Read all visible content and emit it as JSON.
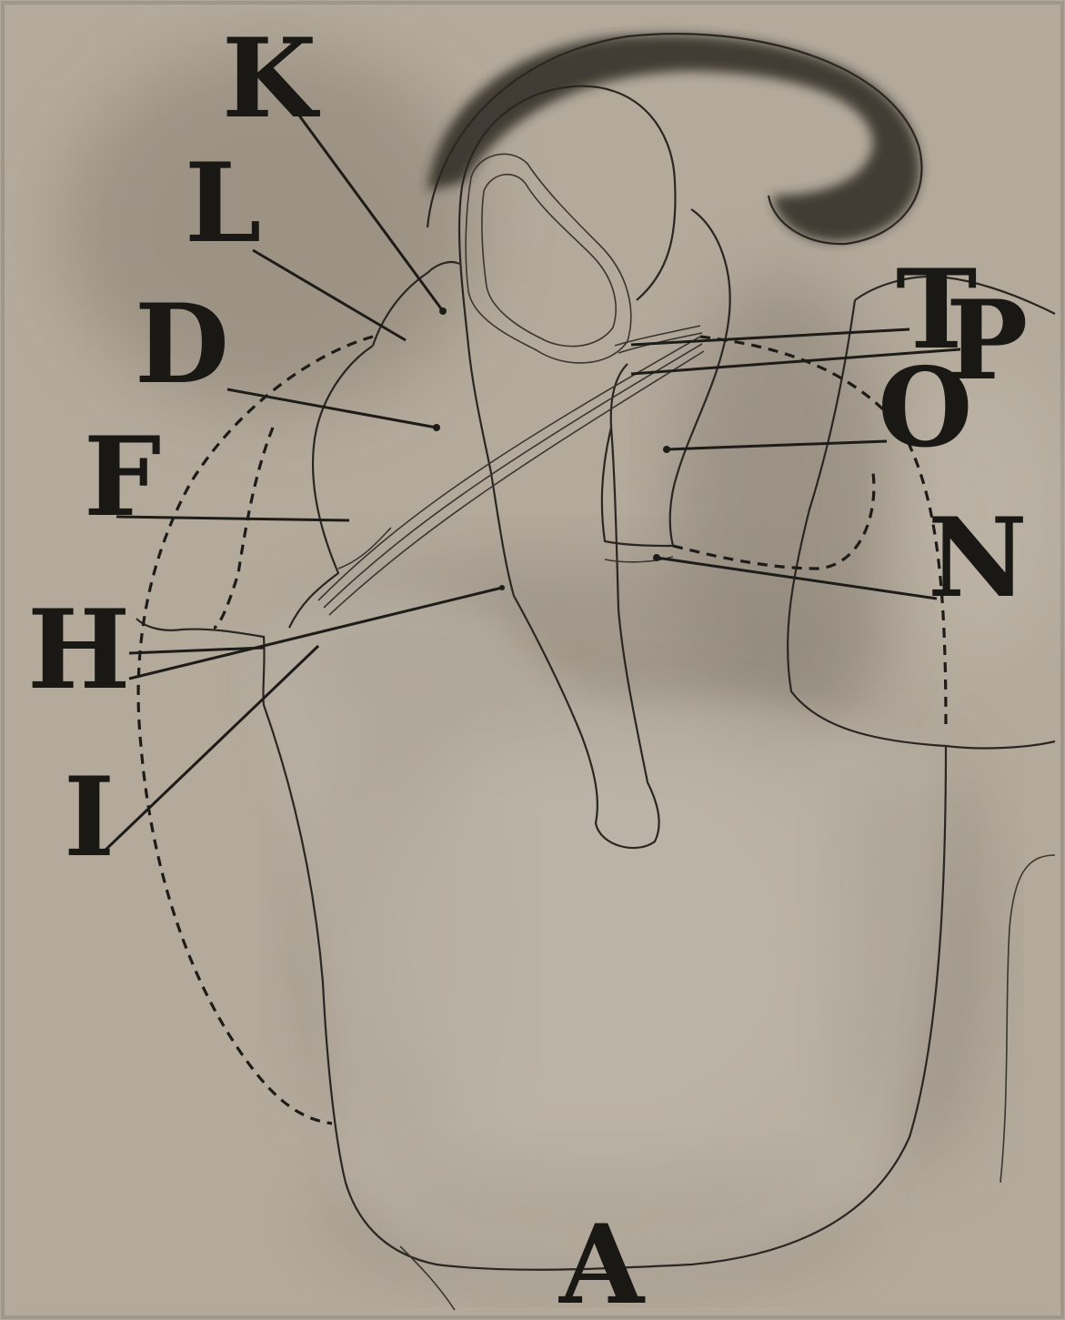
{
  "figure": {
    "background": "#b3aa9c",
    "border": "#9e978b",
    "ink": "#1a1815",
    "labels": {
      "k": "K",
      "l": "L",
      "d": "D",
      "f": "F",
      "h": "H",
      "i": "I",
      "t": "T",
      "p": "P",
      "o": "O",
      "n": "N",
      "a": "A"
    }
  }
}
